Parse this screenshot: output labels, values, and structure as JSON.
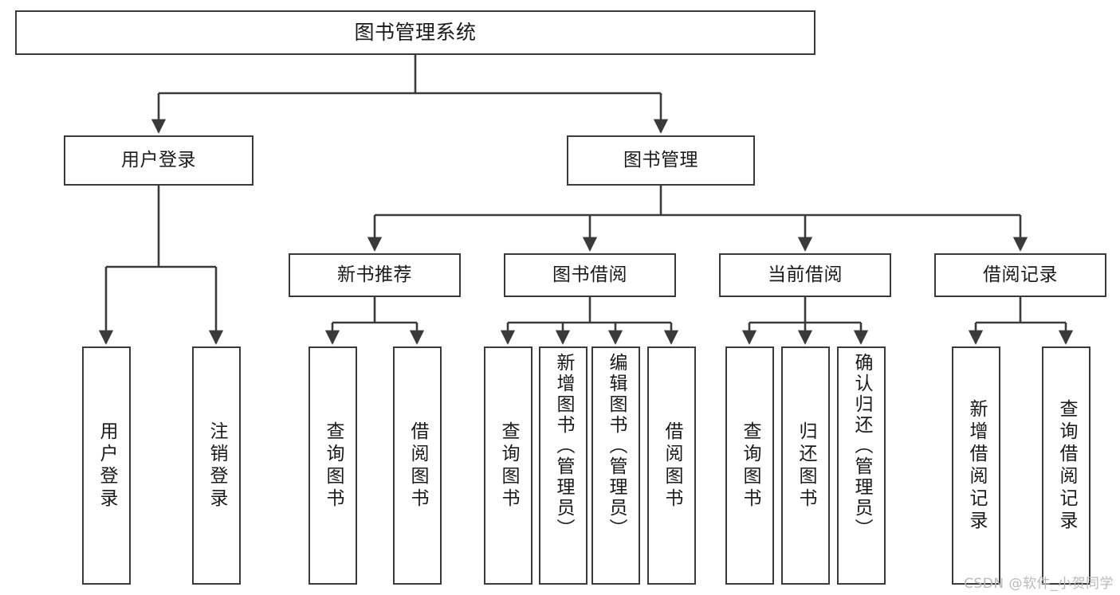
{
  "diagram": {
    "title": "图书管理系统",
    "type": "tree",
    "stroke_color": "#3a3a3a",
    "fill_color": "#ffffff",
    "text_color": "#1a1a1a"
  },
  "nodes": {
    "root": {
      "label": "图书管理系统"
    },
    "level2": [
      {
        "label": "用户登录"
      },
      {
        "label": "图书管理"
      }
    ],
    "level3": [
      {
        "label": "新书推荐"
      },
      {
        "label": "图书借阅"
      },
      {
        "label": "当前借阅"
      },
      {
        "label": "借阅记录"
      }
    ],
    "leaves": {
      "user_login": [
        {
          "label": "用户登录"
        },
        {
          "label": "注销登录"
        }
      ],
      "new_books": [
        {
          "label": "查询图书"
        },
        {
          "label": "借阅图书"
        }
      ],
      "book_borrow": [
        {
          "label": "查询图书"
        },
        {
          "label": "新增图书（管理员）"
        },
        {
          "label": "编辑图书（管理员）"
        },
        {
          "label": "借阅图书"
        }
      ],
      "current_borrow": [
        {
          "label": "查询图书"
        },
        {
          "label": "归还图书"
        },
        {
          "label": "确认归还（管理员）"
        }
      ],
      "borrow_record": [
        {
          "label": "新增借阅记录"
        },
        {
          "label": "查询借阅记录"
        }
      ]
    }
  },
  "watermark": {
    "text": "CSDN @软件_小贺同学"
  }
}
